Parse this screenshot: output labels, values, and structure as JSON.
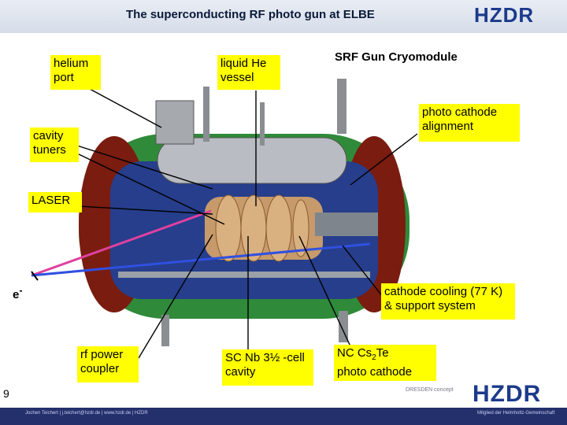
{
  "header": {
    "title": "The superconducting RF photo gun at ELBE",
    "logo": "HZDR"
  },
  "labels": {
    "helium_port": "helium port",
    "liquid_he": "liquid He vessel",
    "srf_cryomodule": "SRF Gun Cryomodule",
    "photo_cathode_alignment": "photo cathode alignment",
    "cavity_tuners": "cavity tuners",
    "laser": "LASER",
    "electron": "e",
    "electron_sup": "-",
    "cathode_cooling": "cathode cooling (77 K) & support system",
    "rf_power_coupler": "rf power coupler",
    "sc_nb_cavity": "SC Nb 3½ -cell cavity",
    "nc_cs2te_prefix": "NC Cs",
    "nc_cs2te_sub": "2",
    "nc_cs2te_suffix": "Te",
    "photo_cathode": "photo cathode"
  },
  "footer": {
    "page_number": "9",
    "left_text": "Jochen Teichert  |  j.teichert@hzdr.de  |  www.hzdr.de  |  HZDR",
    "right_text": "Mitglied der Helmholtz-Gemeinschaft",
    "dresden_logo": "DRESDEN concept",
    "logo": "HZDR"
  },
  "colors": {
    "label_bg": "#ffff00",
    "laser_line": "#e040a0",
    "electron_line": "#3050e0",
    "vessel_green": "#2f8a3a",
    "vessel_blue": "#263e8c",
    "footer_bar": "#23306c"
  }
}
